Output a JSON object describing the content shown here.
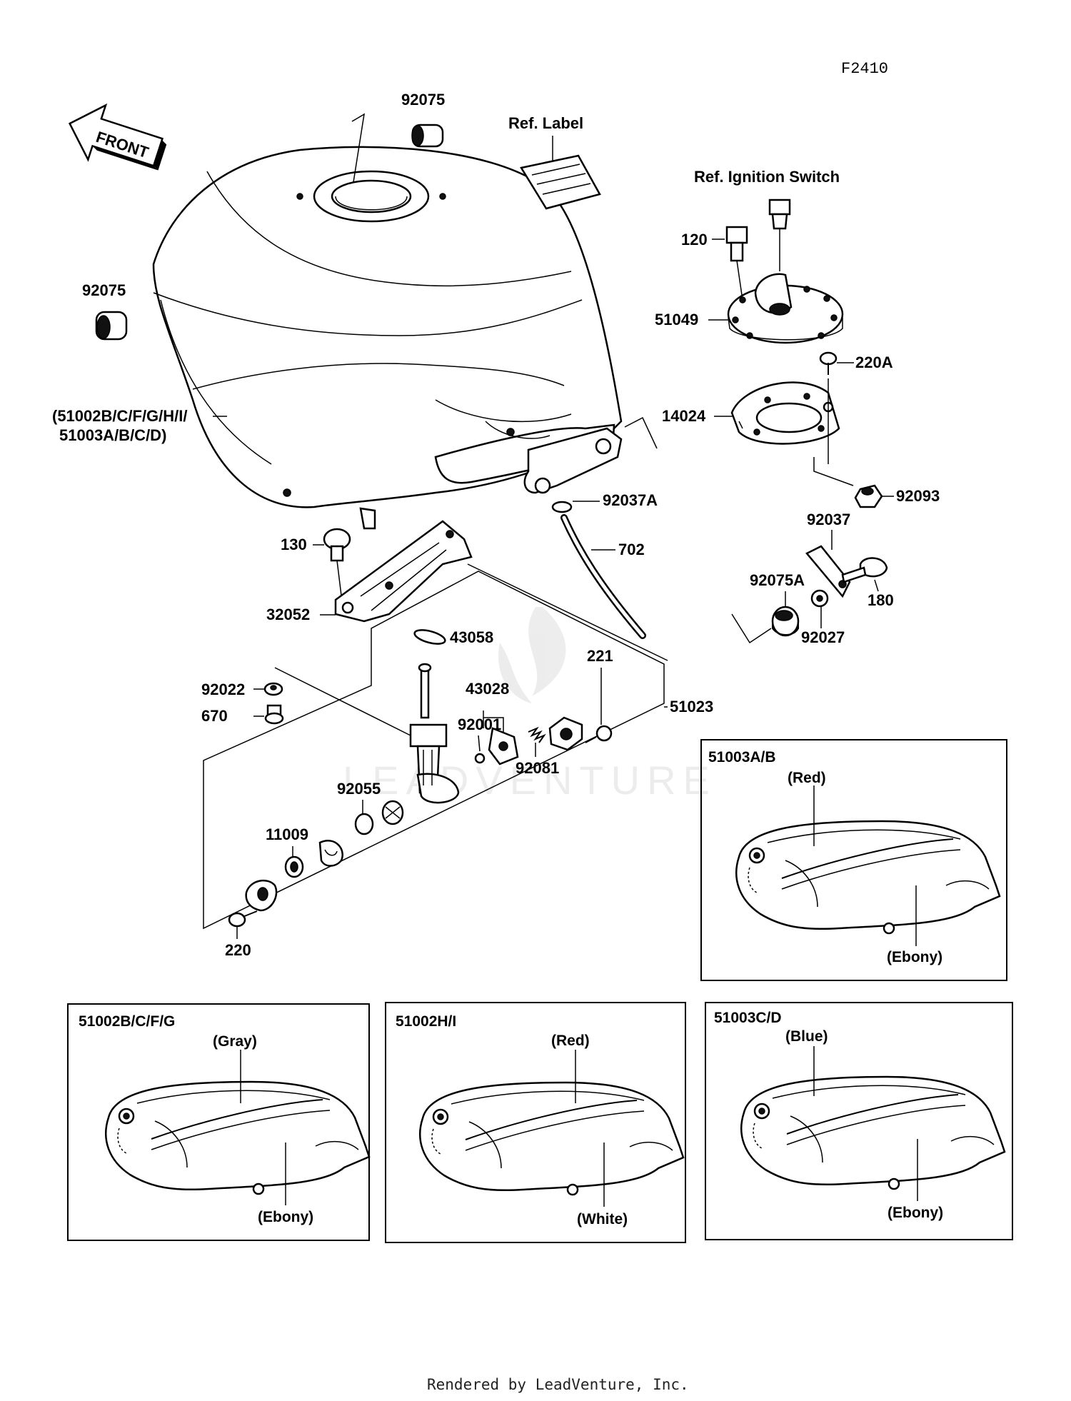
{
  "figure_code": "F2410",
  "front_arrow_label": "FRONT",
  "watermark": "LEADVENTURE",
  "footer": "Rendered by LeadVenture, Inc.",
  "callouts": [
    {
      "id": "c-92075-top",
      "text": "92075"
    },
    {
      "id": "c-ref-label",
      "text": "Ref. Label"
    },
    {
      "id": "c-ref-ignition",
      "text": "Ref. Ignition Switch"
    },
    {
      "id": "c-120",
      "text": "120"
    },
    {
      "id": "c-92075-left",
      "text": "92075"
    },
    {
      "id": "c-51049",
      "text": "51049"
    },
    {
      "id": "c-220A",
      "text": "220A"
    },
    {
      "id": "c-tank-1",
      "text": "(51002B/C/F/G/H/I/"
    },
    {
      "id": "c-tank-2",
      "text": "51003A/B/C/D)"
    },
    {
      "id": "c-14024",
      "text": "14024"
    },
    {
      "id": "c-92037A",
      "text": "92037A"
    },
    {
      "id": "c-92093",
      "text": "92093"
    },
    {
      "id": "c-92037",
      "text": "92037"
    },
    {
      "id": "c-130",
      "text": "130"
    },
    {
      "id": "c-702",
      "text": "702"
    },
    {
      "id": "c-180",
      "text": "180"
    },
    {
      "id": "c-92075A",
      "text": "92075A"
    },
    {
      "id": "c-32052",
      "text": "32052"
    },
    {
      "id": "c-43058",
      "text": "43058"
    },
    {
      "id": "c-92027",
      "text": "92027"
    },
    {
      "id": "c-221",
      "text": "221"
    },
    {
      "id": "c-92022",
      "text": "92022"
    },
    {
      "id": "c-43028",
      "text": "43028"
    },
    {
      "id": "c-51023",
      "text": "51023"
    },
    {
      "id": "c-92001",
      "text": "92001"
    },
    {
      "id": "c-670",
      "text": "670"
    },
    {
      "id": "c-92081",
      "text": "92081"
    },
    {
      "id": "c-92055",
      "text": "92055"
    },
    {
      "id": "c-11009",
      "text": "11009"
    },
    {
      "id": "c-220",
      "text": "220"
    }
  ],
  "variants": [
    {
      "id": "v1",
      "code": "51003A/B",
      "stripe": "(Red)",
      "body": "(Ebony)"
    },
    {
      "id": "v2",
      "code": "51002B/C/F/G",
      "stripe": "(Gray)",
      "body": "(Ebony)"
    },
    {
      "id": "v3",
      "code": "51002H/I",
      "stripe": "(Red)",
      "body": "(White)"
    },
    {
      "id": "v4",
      "code": "51003C/D",
      "stripe": "(Blue)",
      "body": "(Ebony)"
    }
  ]
}
